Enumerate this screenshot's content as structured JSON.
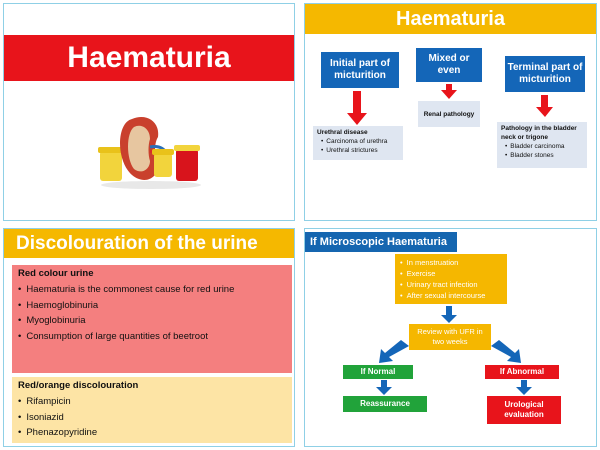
{
  "slide1": {
    "title": "Haematuria"
  },
  "slide2": {
    "title": "Haematuria",
    "columns": [
      {
        "head": "Initial part of micturition",
        "detail_title": "Urethral disease",
        "detail_items": [
          "Carcinoma of urethra",
          "Urethral strictures"
        ]
      },
      {
        "head": "Mixed or even",
        "detail_title": "Renal pathology",
        "detail_items": []
      },
      {
        "head": "Terminal part of micturition",
        "detail_title": "Pathology in the bladder neck or trigone",
        "detail_items": [
          "Bladder carcinoma",
          "Bladder stones"
        ]
      }
    ]
  },
  "slide3": {
    "title": "Discolouration of the urine",
    "red": {
      "heading": "Red colour urine",
      "items": [
        "Haematuria is the commonest cause for red urine",
        "Haemoglobinuria",
        "Myoglobinuria",
        "Consumption of large quantities of beetroot"
      ]
    },
    "orange": {
      "heading": "Red/orange discolouration",
      "items": [
        "Rifampicin",
        "Isoniazid",
        "Phenazopyridine"
      ]
    }
  },
  "slide4": {
    "title": "If Microscopic Haematuria",
    "causes": [
      "In menstruation",
      "Exercise",
      "Urinary tract infection",
      "After sexual intercourse"
    ],
    "review": "Review with UFR in two weeks",
    "normal": "If Normal",
    "normal_outcome": "Reassurance",
    "abnormal": "If Abnormal",
    "abnormal_outcome": "Urological evaluation"
  },
  "colors": {
    "banner_yellow": "#f5b800",
    "title_red": "#e8141b",
    "box_blue": "#1466b8",
    "flow_green": "#21a33a",
    "panel_border": "#8fd0e6"
  }
}
